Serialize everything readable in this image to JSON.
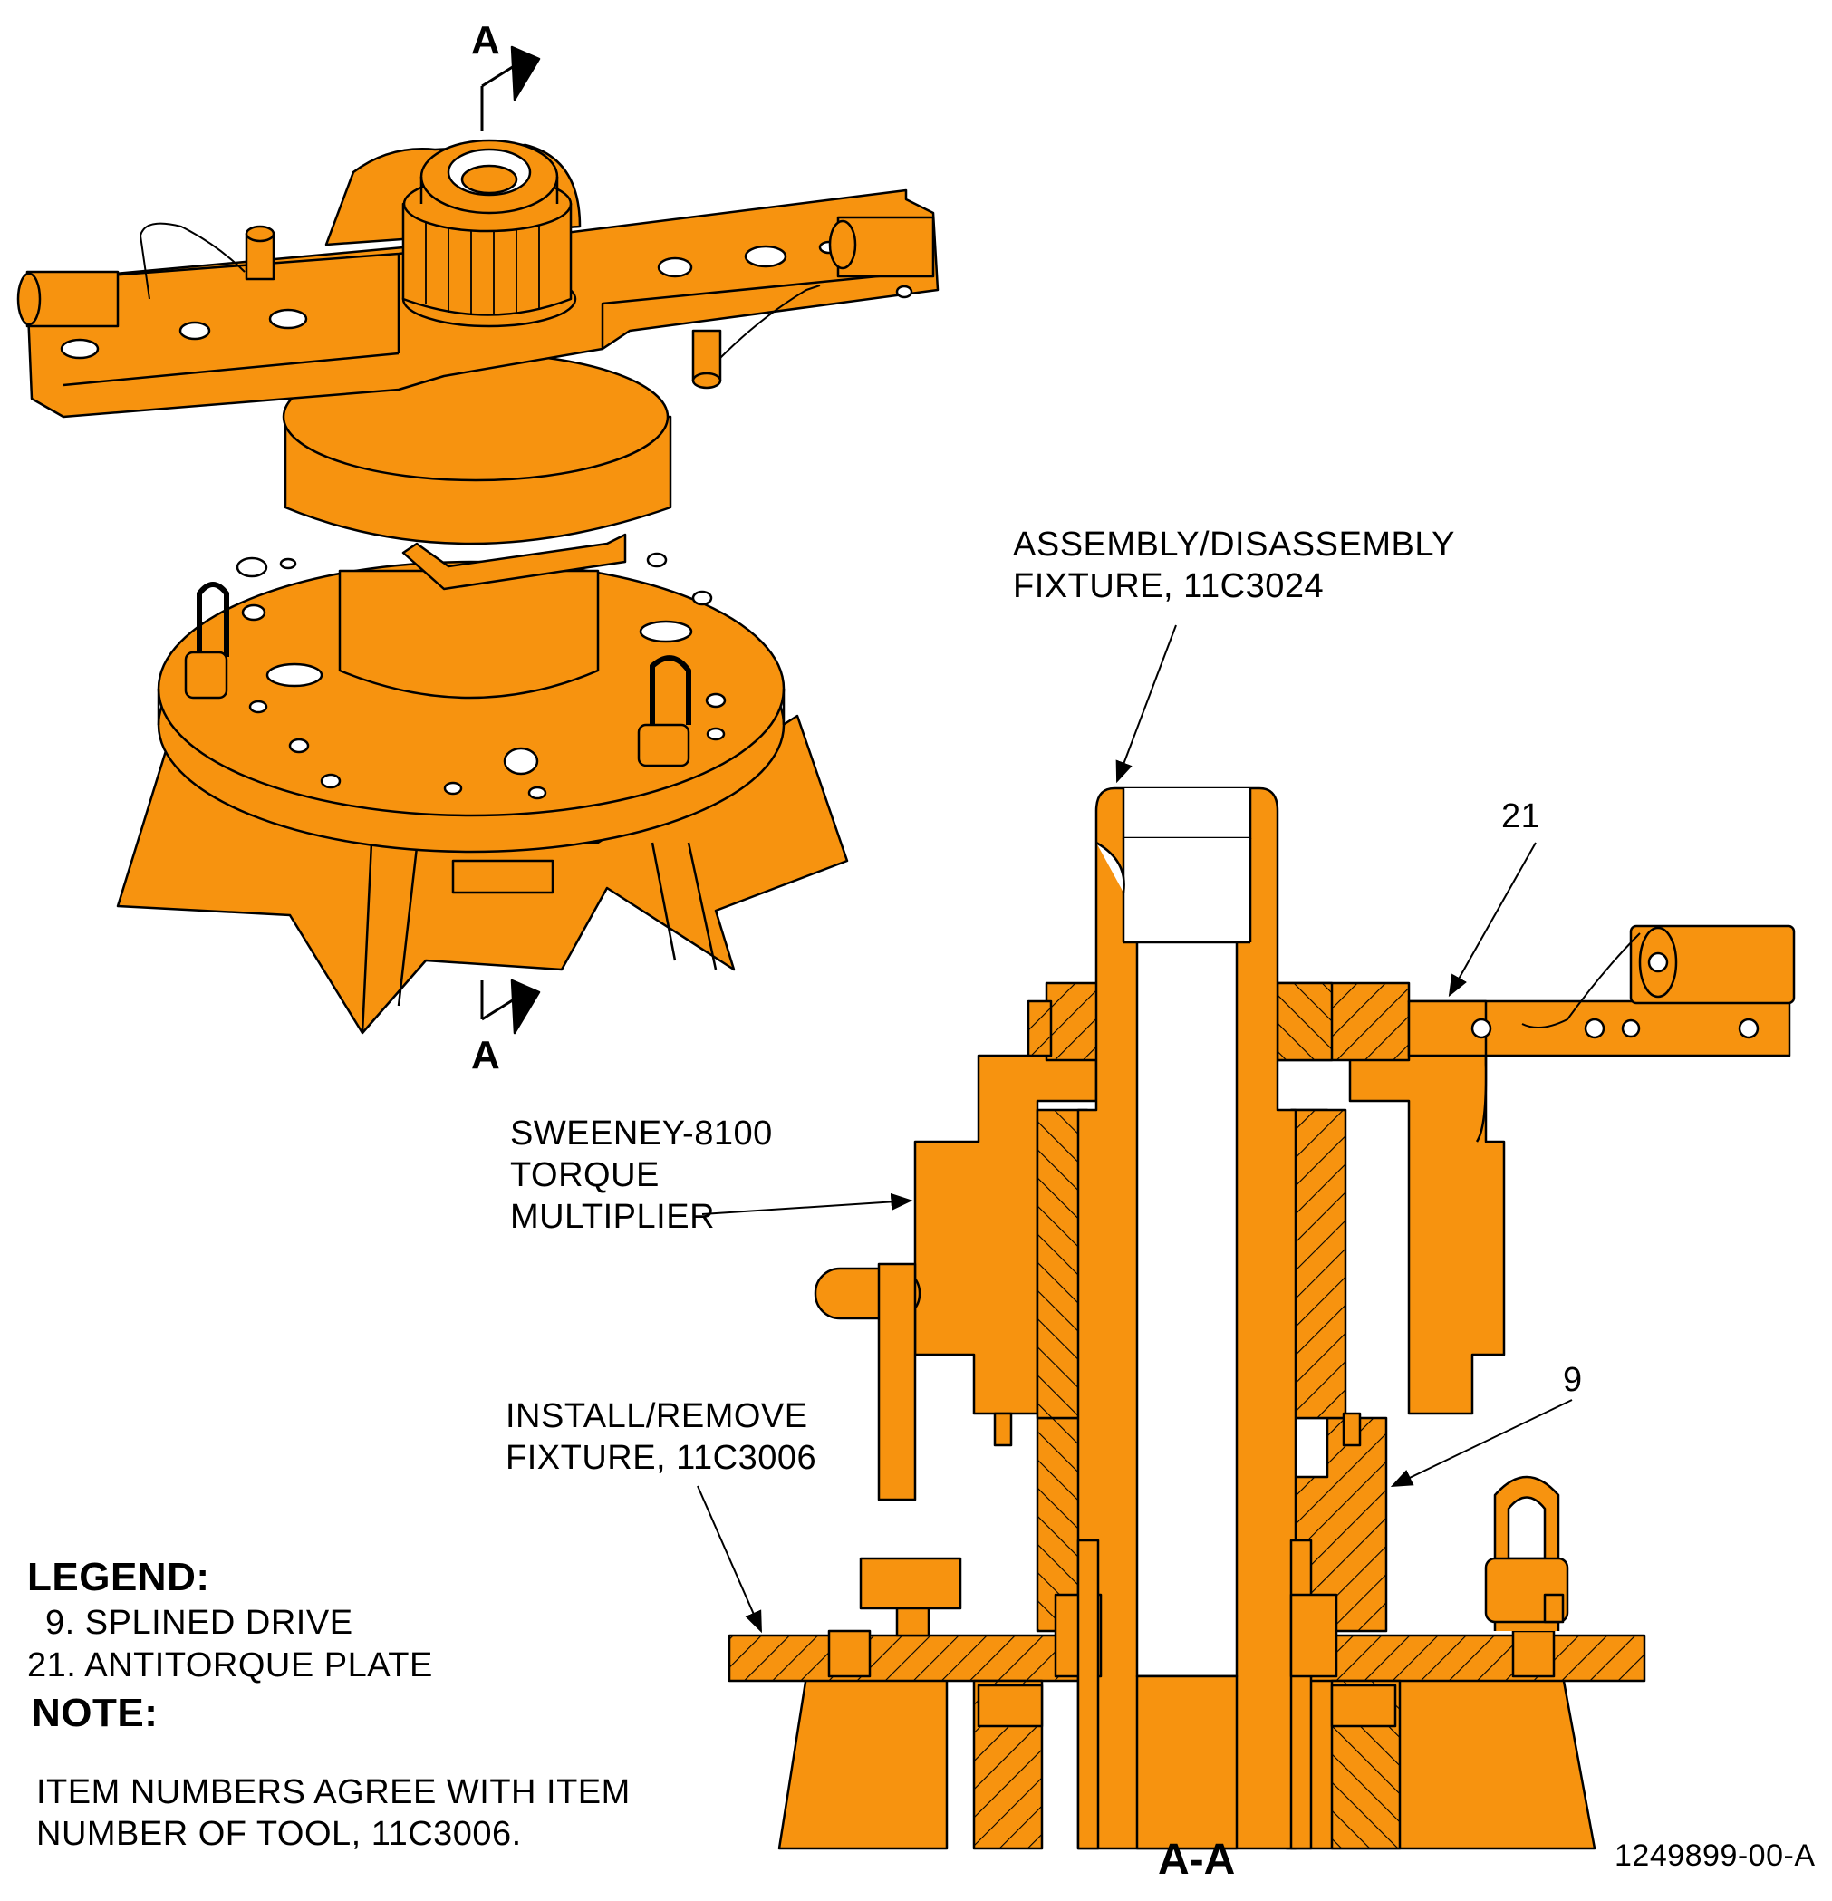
{
  "section_marker": "A",
  "section_view_label": "A-A",
  "callouts": {
    "fixture_top": [
      "ASSEMBLY/DISASSEMBLY",
      "FIXTURE, 11C3024"
    ],
    "torque_multiplier": [
      "SWEENEY-8100",
      "TORQUE",
      "MULTIPLIER"
    ],
    "fixture_bottom": [
      "INSTALL/REMOVE",
      "FIXTURE, 11C3006"
    ],
    "item_21": "21",
    "item_9": "9"
  },
  "legend": {
    "title": "LEGEND:",
    "items": [
      "9. SPLINED DRIVE",
      "21. ANTITORQUE PLATE"
    ]
  },
  "note": {
    "title": "NOTE:",
    "lines": [
      "ITEM NUMBERS AGREE WITH ITEM",
      "NUMBER OF TOOL, 11C3006."
    ]
  },
  "drawing_number": "1249899-00-A",
  "colors": {
    "part": "#F7930F",
    "line": "#000000",
    "background": "#FFFFFF"
  }
}
